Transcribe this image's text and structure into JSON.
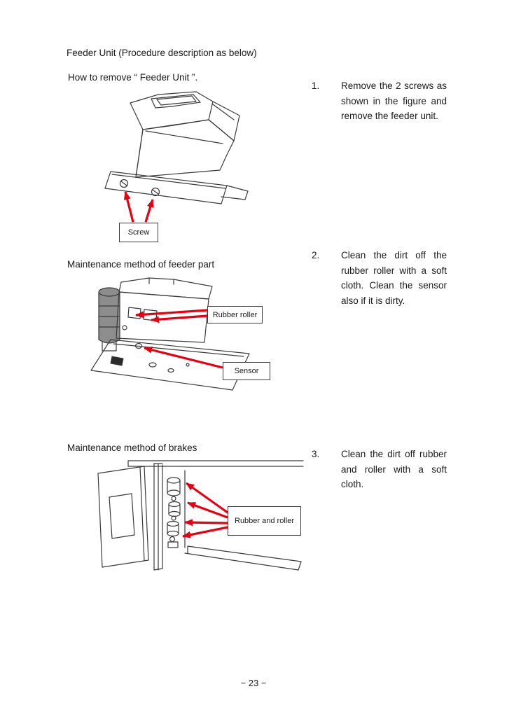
{
  "document": {
    "title": "Feeder Unit (Procedure description as below)",
    "sections": [
      {
        "heading": "How to remove “ Feeder Unit ”.",
        "step_no": "1.",
        "step_text": "Remove the 2 screws as shown in the figure and remove the feeder unit.",
        "labels": {
          "screw": "Screw"
        }
      },
      {
        "heading": "Maintenance method of feeder part",
        "step_no": "2.",
        "step_text": "Clean the dirt off the rubber roller with a soft cloth. Clean the sensor also if it is dirty.",
        "labels": {
          "rubber_roller": "Rubber roller",
          "sensor": "Sensor"
        }
      },
      {
        "heading": "Maintenance method of brakes",
        "step_no": "3.",
        "step_text": "Clean the dirt off rubber and roller with a soft cloth.",
        "labels": {
          "rubber_and_roller": "Rubber and roller"
        }
      }
    ],
    "page_number": "− 23 −",
    "colors": {
      "arrow_red": "#e60012",
      "line": "#3a3a3a"
    }
  }
}
